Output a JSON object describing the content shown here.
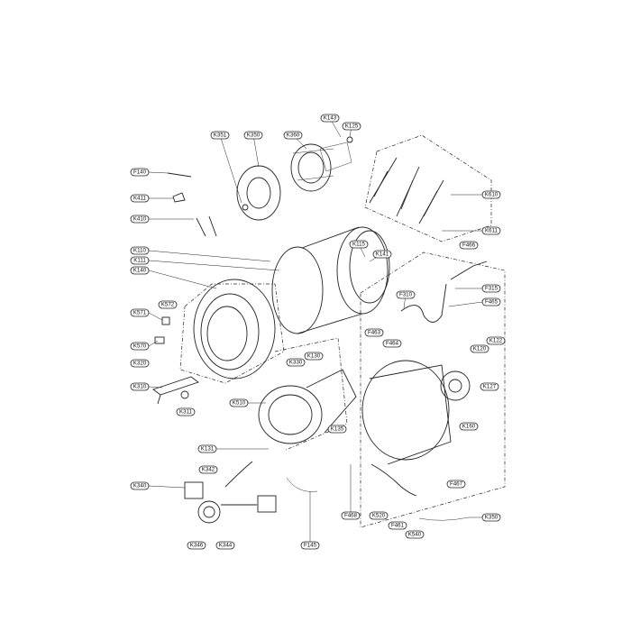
{
  "labels": {
    "K351": "K351",
    "K350": "K350",
    "K360": "K360",
    "K143": "K143",
    "K125": "K125",
    "F140": "F140",
    "K411": "K411",
    "K410": "K410",
    "K610": "K610",
    "K611": "K611",
    "K115": "K115",
    "K141": "K141",
    "K110": "K110",
    "K111": "K111",
    "K140": "K140",
    "F466": "F466",
    "F310": "F310",
    "F315": "F315",
    "F465": "F465",
    "F463": "F463",
    "F464": "F464",
    "K571": "K571",
    "K572": "K572",
    "K570": "K570",
    "K320": "K320",
    "K310": "K310",
    "K311": "K311",
    "K130": "K130",
    "K330": "K330",
    "K510": "K510",
    "K135": "K135",
    "K131": "K131",
    "K120": "K120",
    "K122": "K122",
    "K127": "K127",
    "K160": "K160",
    "K342": "K342",
    "K340": "K340",
    "F467": "F467",
    "F468": "F468",
    "K520": "K520",
    "F461": "F461",
    "K540": "K540",
    "K350b": "K350",
    "K346": "K346",
    "K344": "K344",
    "F145": "F145"
  }
}
